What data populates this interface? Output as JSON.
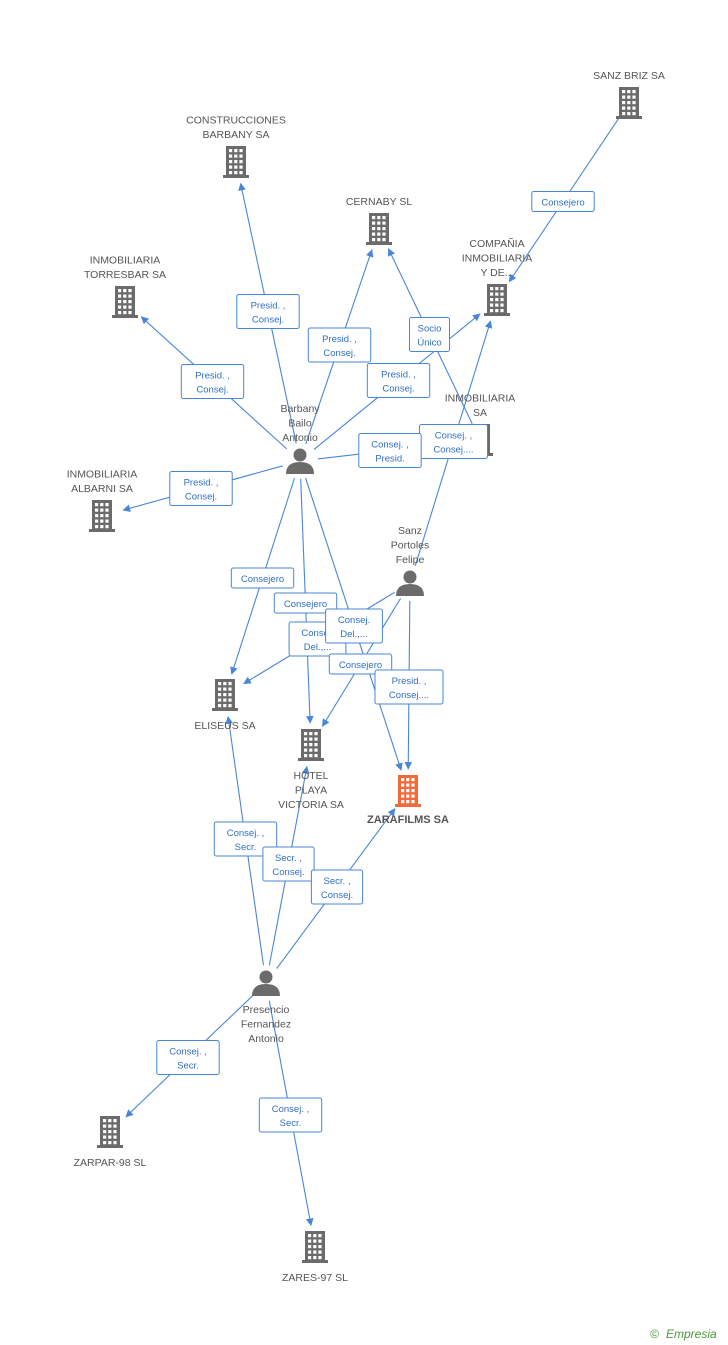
{
  "nodes": [
    {
      "id": "sanz_briz",
      "type": "company",
      "lines": [
        "SANZ BRIZ SA"
      ]
    },
    {
      "id": "construcciones",
      "type": "company",
      "lines": [
        "CONSTRUCCIONES",
        "BARBANY SA"
      ]
    },
    {
      "id": "cernaby",
      "type": "company",
      "lines": [
        "CERNABY SL"
      ]
    },
    {
      "id": "compania",
      "type": "company",
      "lines": [
        "COMPAÑIA",
        "INMOBILIARIA",
        "Y DE..."
      ]
    },
    {
      "id": "torresbar",
      "type": "company",
      "lines": [
        "INMOBILIARIA",
        "TORRESBAR SA"
      ]
    },
    {
      "id": "inmob_sa",
      "type": "company",
      "lines": [
        "INMOBILIARIA",
        "SA"
      ]
    },
    {
      "id": "albarni",
      "type": "company",
      "lines": [
        "INMOBILIARIA",
        "ALBARNI SA"
      ]
    },
    {
      "id": "eliseus",
      "type": "company",
      "lines": [
        "ELISEUS SA"
      ]
    },
    {
      "id": "hotel",
      "type": "company",
      "lines": [
        "HOTEL",
        "PLAYA",
        "VICTORIA SA"
      ]
    },
    {
      "id": "zarafilms",
      "type": "company-main",
      "lines": [
        "ZARAFILMS SA"
      ]
    },
    {
      "id": "zarpar",
      "type": "company",
      "lines": [
        "ZARPAR-98 SL"
      ]
    },
    {
      "id": "zares",
      "type": "company",
      "lines": [
        "ZARES-97 SL"
      ]
    },
    {
      "id": "barbany",
      "type": "person",
      "lines": [
        "Barbany",
        "Bailo",
        "Antonio"
      ]
    },
    {
      "id": "sanz_portoles",
      "type": "person",
      "lines": [
        "Sanz",
        "Portoles",
        "Felipe"
      ]
    },
    {
      "id": "presencio",
      "type": "person",
      "lines": [
        "Presencio",
        "Fernandez",
        "Antonio"
      ]
    }
  ],
  "edges": [
    {
      "from": "sanz_briz",
      "to": "compania",
      "label": [
        "Consejero"
      ]
    },
    {
      "from": "barbany",
      "to": "construcciones",
      "label": [
        "Presid. ,",
        "Consej."
      ]
    },
    {
      "from": "barbany",
      "to": "cernaby",
      "label": [
        "Presid. ,",
        "Consej."
      ]
    },
    {
      "from": "inmob_sa",
      "to": "cernaby",
      "label": [
        "Socio",
        "Único"
      ]
    },
    {
      "from": "barbany",
      "to": "torresbar",
      "label": [
        "Presid. ,",
        "Consej."
      ]
    },
    {
      "from": "barbany",
      "to": "compania",
      "label": [
        "Presid. ,",
        "Consej."
      ]
    },
    {
      "from": "sanz_portoles",
      "to": "compania",
      "label": [
        "Consej. ,",
        "Consej...."
      ]
    },
    {
      "from": "barbany",
      "to": "inmob_sa",
      "label": [
        "Consej. ,",
        "Presid."
      ]
    },
    {
      "from": "barbany",
      "to": "albarni",
      "label": [
        "Presid. ,",
        "Consej."
      ]
    },
    {
      "from": "barbany",
      "to": "eliseus",
      "label": [
        "Consejero"
      ]
    },
    {
      "from": "barbany",
      "to": "hotel",
      "label": [
        "Consejero"
      ]
    },
    {
      "from": "sanz_portoles",
      "to": "eliseus",
      "label": [
        "Consej.",
        "Del.,..."
      ]
    },
    {
      "from": "sanz_portoles",
      "to": "hotel",
      "label": [
        "Consejero"
      ]
    },
    {
      "from": "barbany",
      "to": "zarafilms",
      "label": [
        "Consej.",
        "Del.,..."
      ]
    },
    {
      "from": "sanz_portoles",
      "to": "zarafilms",
      "label": [
        "Presid. ,",
        "Consej...."
      ]
    },
    {
      "from": "presencio",
      "to": "eliseus",
      "label": [
        "Consej. ,",
        "Secr."
      ]
    },
    {
      "from": "presencio",
      "to": "hotel",
      "label": [
        "Secr. ,",
        "Consej."
      ]
    },
    {
      "from": "presencio",
      "to": "zarafilms",
      "label": [
        "Secr. ,",
        "Consej."
      ]
    },
    {
      "from": "presencio",
      "to": "zarpar",
      "label": [
        "Consej. ,",
        "Secr."
      ]
    },
    {
      "from": "presencio",
      "to": "zares",
      "label": [
        "Consej. ,",
        "Secr."
      ]
    }
  ],
  "colors": {
    "edge": "#4a86d6",
    "edge_text": "#2f6fc7",
    "node_icon": "#6b6b6b",
    "main_icon": "#f06a3a",
    "label": "#555555",
    "footer": "#4a9a3a"
  },
  "footer": {
    "copyright": "©",
    "brand": "Empresia"
  }
}
